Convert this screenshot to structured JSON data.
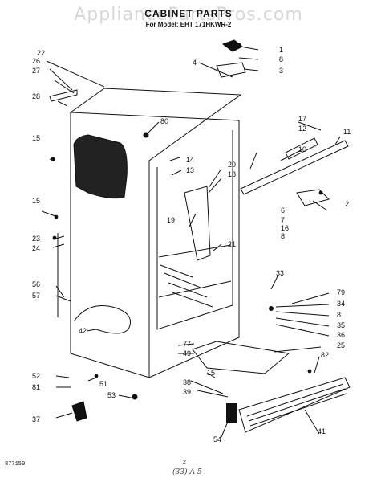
{
  "watermark": "AppliancePartsPros.com",
  "title": "CABINET PARTS",
  "subtitle": "For Model: EHT 171HKWR-2",
  "footer": {
    "code": "877150",
    "page": "2",
    "handwritten": "(33)-A-5"
  },
  "callouts": [
    {
      "id": "c22",
      "text": "22"
    },
    {
      "id": "c26",
      "text": "26"
    },
    {
      "id": "c27",
      "text": "27"
    },
    {
      "id": "c28",
      "text": "28"
    },
    {
      "id": "c80",
      "text": "80"
    },
    {
      "id": "c4",
      "text": "4"
    },
    {
      "id": "c1",
      "text": "1"
    },
    {
      "id": "c8a",
      "text": "8"
    },
    {
      "id": "c3",
      "text": "3"
    },
    {
      "id": "c17",
      "text": "17"
    },
    {
      "id": "c12",
      "text": "12"
    },
    {
      "id": "c11",
      "text": "11"
    },
    {
      "id": "c10",
      "text": "10"
    },
    {
      "id": "c15a",
      "text": "15"
    },
    {
      "id": "c14",
      "text": "14"
    },
    {
      "id": "c13",
      "text": "13"
    },
    {
      "id": "c20",
      "text": "20"
    },
    {
      "id": "c18",
      "text": "18"
    },
    {
      "id": "c6",
      "text": "6"
    },
    {
      "id": "c7",
      "text": "7"
    },
    {
      "id": "c16",
      "text": "16"
    },
    {
      "id": "c8b",
      "text": "8"
    },
    {
      "id": "c2",
      "text": "2"
    },
    {
      "id": "c15b",
      "text": "15"
    },
    {
      "id": "c19",
      "text": "19"
    },
    {
      "id": "c23",
      "text": "23"
    },
    {
      "id": "c24",
      "text": "24"
    },
    {
      "id": "c21",
      "text": "21"
    },
    {
      "id": "c33",
      "text": "33"
    },
    {
      "id": "c56",
      "text": "56"
    },
    {
      "id": "c57",
      "text": "57"
    },
    {
      "id": "c79",
      "text": "79"
    },
    {
      "id": "c34",
      "text": "34"
    },
    {
      "id": "c8c",
      "text": "8"
    },
    {
      "id": "c35",
      "text": "35"
    },
    {
      "id": "c36",
      "text": "36"
    },
    {
      "id": "c42",
      "text": "42"
    },
    {
      "id": "c25",
      "text": "25"
    },
    {
      "id": "c77",
      "text": "77"
    },
    {
      "id": "c49",
      "text": "49"
    },
    {
      "id": "c82",
      "text": "82"
    },
    {
      "id": "c52",
      "text": "52"
    },
    {
      "id": "c81",
      "text": "81"
    },
    {
      "id": "c51",
      "text": "51"
    },
    {
      "id": "c53",
      "text": "53"
    },
    {
      "id": "c15c",
      "text": "15"
    },
    {
      "id": "c38",
      "text": "38"
    },
    {
      "id": "c39",
      "text": "39"
    },
    {
      "id": "c37",
      "text": "37"
    },
    {
      "id": "c54",
      "text": "54"
    },
    {
      "id": "c41",
      "text": "41"
    }
  ]
}
